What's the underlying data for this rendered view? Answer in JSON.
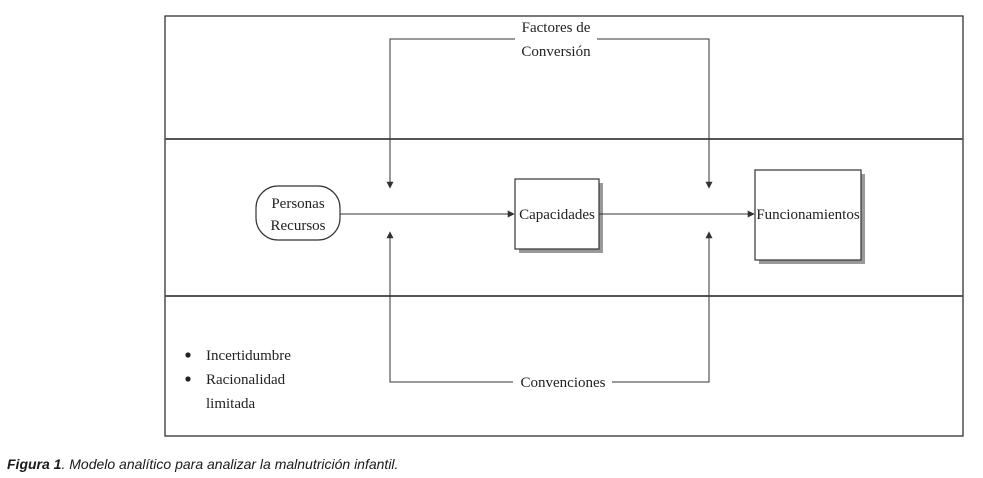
{
  "diagram": {
    "top_label": [
      "Factores de",
      "Conversión"
    ],
    "bottom_label": "Convenciones",
    "start_node": [
      "Personas",
      "Recursos"
    ],
    "middle_node": "Capacidades",
    "end_node": "Funcionamientos",
    "bullets": [
      "Incertidumbre",
      "Racionalidad",
      "limitada"
    ]
  },
  "caption": {
    "number": "Figura 1",
    "text": ". Modelo analítico para analizar la malnutrición infantil."
  }
}
